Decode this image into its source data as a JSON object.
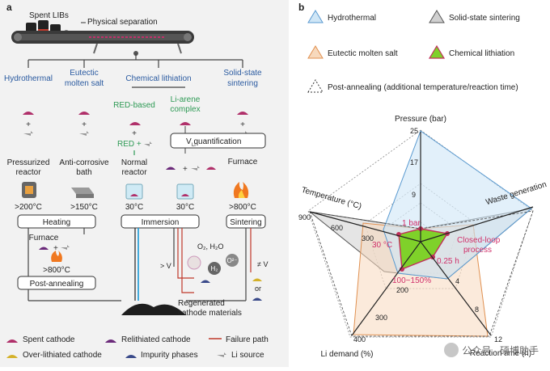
{
  "panel_a": {
    "label": "a",
    "spent_libs": "Spent LIBs",
    "physical_separation": "Physical separation",
    "routes": [
      {
        "name": "Hydrothermal",
        "color": "#2a5aa0"
      },
      {
        "name": "Eutectic\nmolten salt",
        "color": "#2a5aa0"
      },
      {
        "name": "Chemical lithiation",
        "color": "#2a5aa0"
      },
      {
        "name": "Solid-state\nsintering",
        "color": "#2a5aa0"
      }
    ],
    "red_based": "RED-based",
    "li_arene": "Li-arene\ncomplex",
    "red_plus": "RED +",
    "vli_quant": "V  quantification",
    "vli_sub": "Li",
    "steps": {
      "pressurized": "Pressurized\nreactor",
      "anticorrosive": "Anti-corrosive\nbath",
      "normal": "Normal\nreactor",
      "furnace": "Furnace"
    },
    "temps": {
      "t200": ">200°C",
      "t150": ">150°C",
      "t30a": "30°C",
      "t30b": "30°C",
      "t800": ">800°C"
    },
    "process_boxes": {
      "heating": "Heating",
      "immersion": "Immersion",
      "sintering": "Sintering",
      "post": "Post-annealing"
    },
    "furnace2": "Furnace",
    "t800b": ">800°C",
    "o2h2o": "O₂, H₂O",
    "gt_vli": "> V",
    "ne_vli": "≠ V",
    "or": "or",
    "h2": "H₂",
    "o2minus": "O²⁻",
    "regenerated": "Regenerated\ncathode materials",
    "legend": [
      {
        "label": "Spent cathode",
        "color": "#b0306a"
      },
      {
        "label": "Relithiated cathode",
        "color": "#6b2a7a"
      },
      {
        "label": "Failure path",
        "color": "#c0392b"
      },
      {
        "label": "Over-lithiated cathode",
        "color": "#d4b12a"
      },
      {
        "label": "Impurity phases",
        "color": "#3a4a8a"
      },
      {
        "label": "Li source",
        "color": "#888888"
      }
    ]
  },
  "panel_b": {
    "label": "b",
    "legend": [
      {
        "label": "Hydrothermal",
        "fill": "#cfe6f6",
        "stroke": "#5a9ad0"
      },
      {
        "label": "Solid-state sintering",
        "fill": "#d0d0d0",
        "stroke": "#555555"
      },
      {
        "label": "Eutectic molten salt",
        "fill": "#f7d9bd",
        "stroke": "#e09050"
      },
      {
        "label": "Chemical lithiation",
        "fill": "#7fd12a",
        "stroke": "#c0305a"
      },
      {
        "label": "Post-annealing (additional temperature/reaction time)",
        "fill": "#ffffff",
        "stroke": "#333333"
      }
    ],
    "axes": {
      "pressure": "Pressure (bar)",
      "waste": "Waste generation",
      "reaction": "Reaction time (h)",
      "li": "Li demand (%)",
      "temp": "Temperature (°C)"
    },
    "ticks": {
      "pressure": [
        "25",
        "17",
        "9",
        "1"
      ],
      "temp": [
        "900",
        "600",
        "300"
      ],
      "li": [
        "400",
        "300",
        "200"
      ],
      "reaction": [
        "12",
        "8",
        "4"
      ]
    },
    "annotations": {
      "bar1": "1 bar",
      "c30": "30 °C",
      "closed": "Closed-loop\nprocess",
      "h025": "0.25 h",
      "pct": "100~150%"
    }
  },
  "watermark": "公众号 · 硕博助手"
}
